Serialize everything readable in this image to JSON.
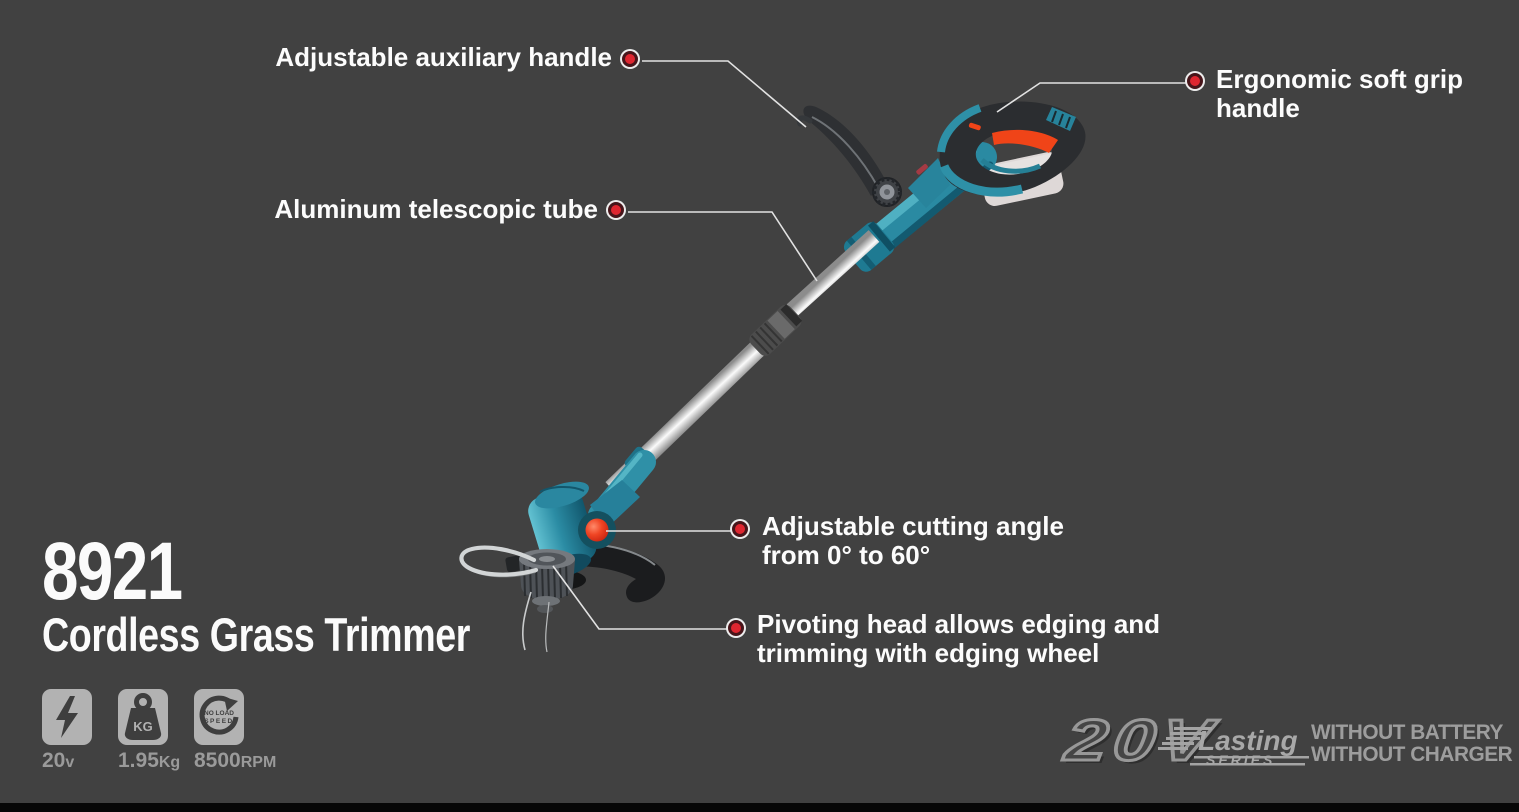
{
  "product": {
    "model": "8921",
    "name": "Cordless Grass Trimmer"
  },
  "callouts": [
    {
      "id": "aux-handle",
      "label": "Adjustable auxiliary handle"
    },
    {
      "id": "soft-grip",
      "label": "Ergonomic soft grip handle"
    },
    {
      "id": "telescopic-tube",
      "label": "Aluminum telescopic tube"
    },
    {
      "id": "cutting-angle",
      "label": "Adjustable cutting angle from 0° to 60°"
    },
    {
      "id": "pivoting-head",
      "label": "Pivoting head allows edging and trimming with edging wheel"
    }
  ],
  "specs": [
    {
      "icon": "voltage-icon",
      "value": "20",
      "suffix": "v"
    },
    {
      "icon": "weight-icon",
      "value": "1.95",
      "suffix": "Kg",
      "icon_text": "KG"
    },
    {
      "icon": "speed-icon",
      "value": "8500",
      "suffix": "RPM",
      "icon_text_line1": "NO LOAD",
      "icon_text_line2": "SPEED"
    }
  ],
  "footer": {
    "voltage_logo": "20V",
    "series_logo_line1": "Lasting",
    "series_logo_line2": "SERIES",
    "disclaimer_line1": "WITHOUT BATTERY",
    "disclaimer_line2": "WITHOUT CHARGER"
  },
  "colors": {
    "background": "#414141",
    "accent_red": "#de2630",
    "teal_body": "#2a8ba3",
    "callout_text": "#ffffff",
    "muted_gray": "#9b9b9b"
  }
}
